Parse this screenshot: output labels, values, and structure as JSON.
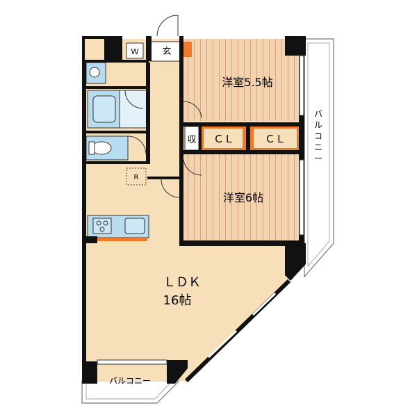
{
  "rooms": {
    "western_room_1": "洋室5.5帖",
    "western_room_2": "洋室6帖",
    "ldk_line1": "ＬＤＫ",
    "ldk_line2": "16帖",
    "closet_1": "ＣＬ",
    "closet_2": "ＣＬ",
    "storage": "収",
    "entrance": "玄",
    "washer": "Ｗ",
    "fridge": "R"
  },
  "balcony_right": [
    "バ",
    "ル",
    "コ",
    "ニ",
    "ー"
  ],
  "balcony_bottom": "バルコニー",
  "colors": {
    "wall": "#111111",
    "floor_wood": "#f6dfb9",
    "floor_room": "#f1c9a0",
    "stripe": "#d9a37a",
    "closet": "#f07a2a",
    "fixture": "#b7dcef",
    "balcony": "#ffffff"
  }
}
